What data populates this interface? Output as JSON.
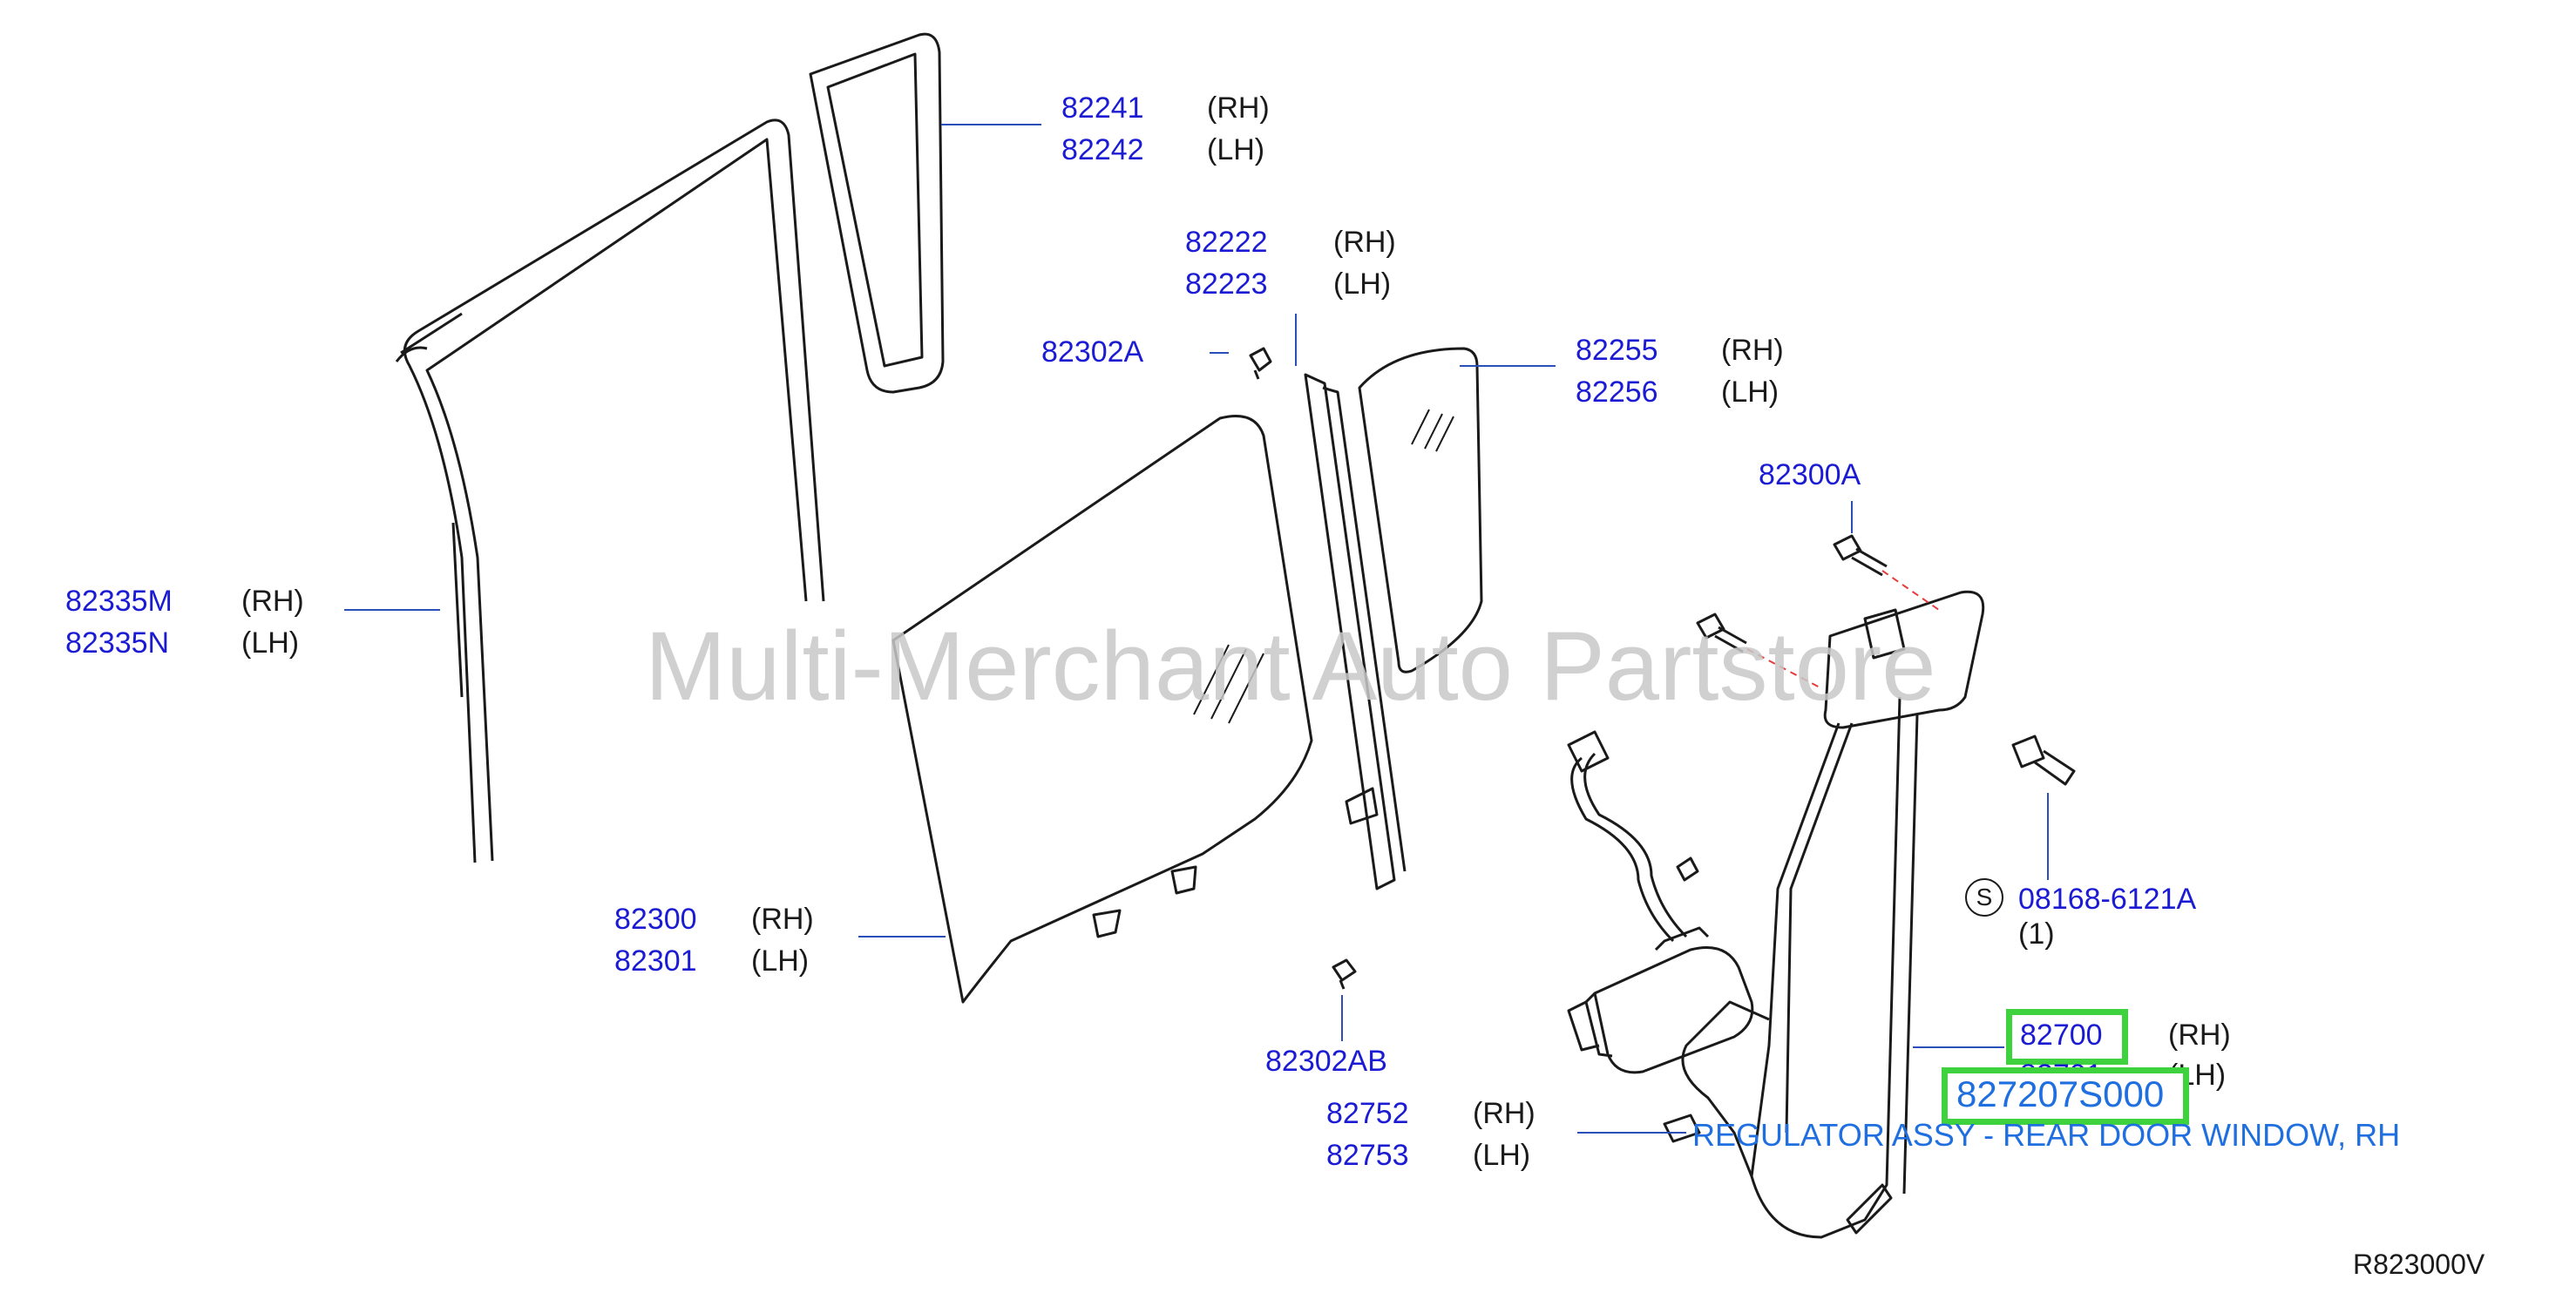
{
  "watermark": "Multi-Merchant Auto Partstore",
  "diagram_ref": "R823000V",
  "side_rh": "(RH)",
  "side_lh": "(LH)",
  "callouts": {
    "c82241": {
      "rh": "82241",
      "lh": "82242"
    },
    "c82222": {
      "rh": "82222",
      "lh": "82223"
    },
    "c82302A": "82302A",
    "c82255": {
      "rh": "82255",
      "lh": "82256"
    },
    "c82335": {
      "rh": "82335M",
      "lh": "82335N"
    },
    "c82300A": "82300A",
    "c08168": {
      "symbol": "S",
      "part": "08168-6121A",
      "qty": "(1)"
    },
    "c82300": {
      "rh": "82300",
      "lh": "82301"
    },
    "c82302AB": "82302AB",
    "c82700": {
      "rh": "82700",
      "lh": "82701"
    },
    "c82752": {
      "rh": "82752",
      "lh": "82753"
    }
  },
  "selected": {
    "part_number": "827207S000",
    "description": "REGULATOR ASSY - REAR DOOR WINDOW, RH"
  },
  "colors": {
    "part_number": "#1b1bd4",
    "highlight": "#3fd23f",
    "selected_text": "#1f6fe0",
    "leader": "#2b4fb8"
  }
}
